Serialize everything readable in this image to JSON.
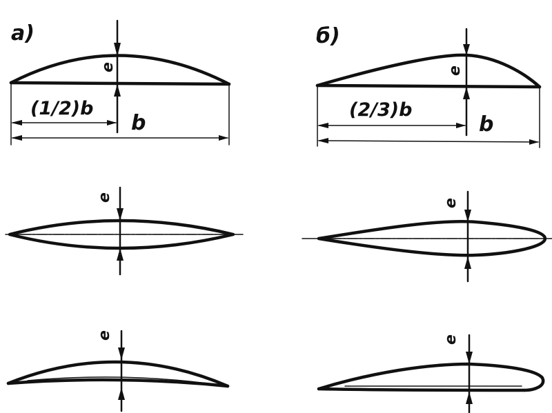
{
  "panels": [
    {
      "letter": "а)",
      "position_label": "(1/2)b",
      "chord_label": "b",
      "thickness_label": "e",
      "position_fraction": 0.5
    },
    {
      "letter": "б)",
      "position_label": "(2/3)b",
      "chord_label": "b",
      "thickness_label": "e",
      "position_fraction": 0.667
    }
  ]
}
